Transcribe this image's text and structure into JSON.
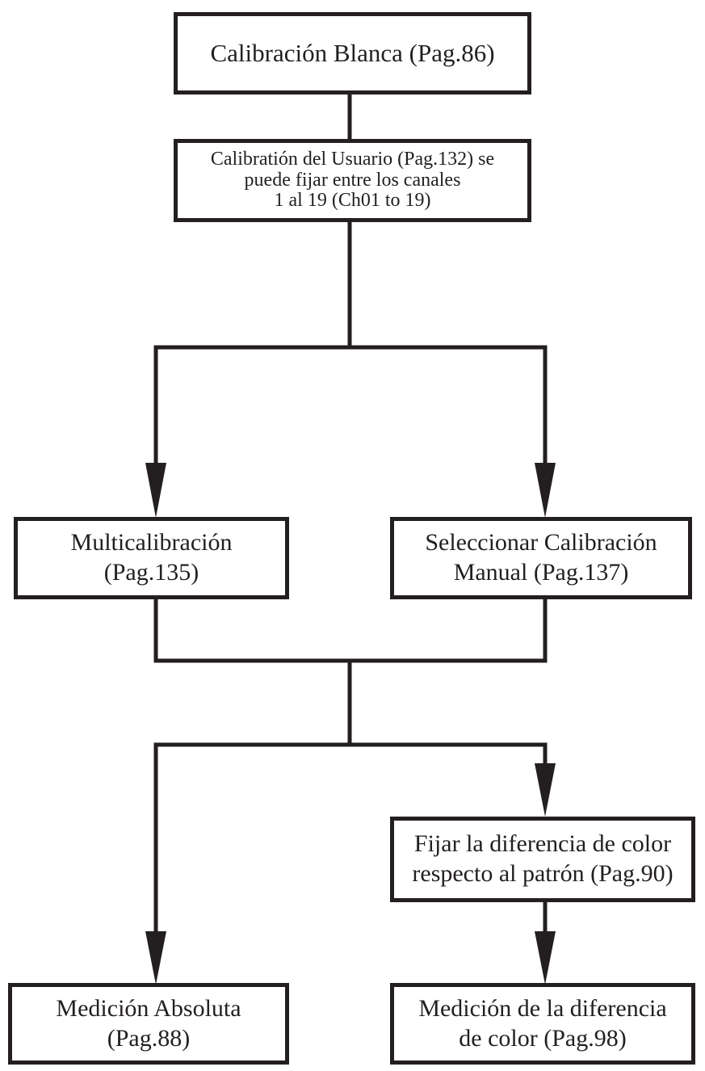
{
  "diagram": {
    "colors": {
      "stroke": "#231f20",
      "fill": "#ffffff",
      "text": "#231f20"
    },
    "nodes": {
      "white_calibration": {
        "label": "Calibración Blanca (Pag.86)"
      },
      "user_calibration": {
        "label": "Calibratión del Usuario (Pag.132) se\npuede fijar entre los canales\n1 al 19 (Ch01 to 19)"
      },
      "multicalibration": {
        "label": "Multicalibración\n(Pag.135)"
      },
      "manual_calibration": {
        "label": "Seleccionar Calibración\nManual (Pag.137)"
      },
      "set_color_difference": {
        "label": "Fijar la diferencia de color\nrespecto al patrón (Pag.90)"
      },
      "absolute_measurement": {
        "label": "Medición Absoluta\n(Pag.88)"
      },
      "color_difference_measurement": {
        "label": "Medición de la diferencia\nde color (Pag.98)"
      }
    }
  }
}
